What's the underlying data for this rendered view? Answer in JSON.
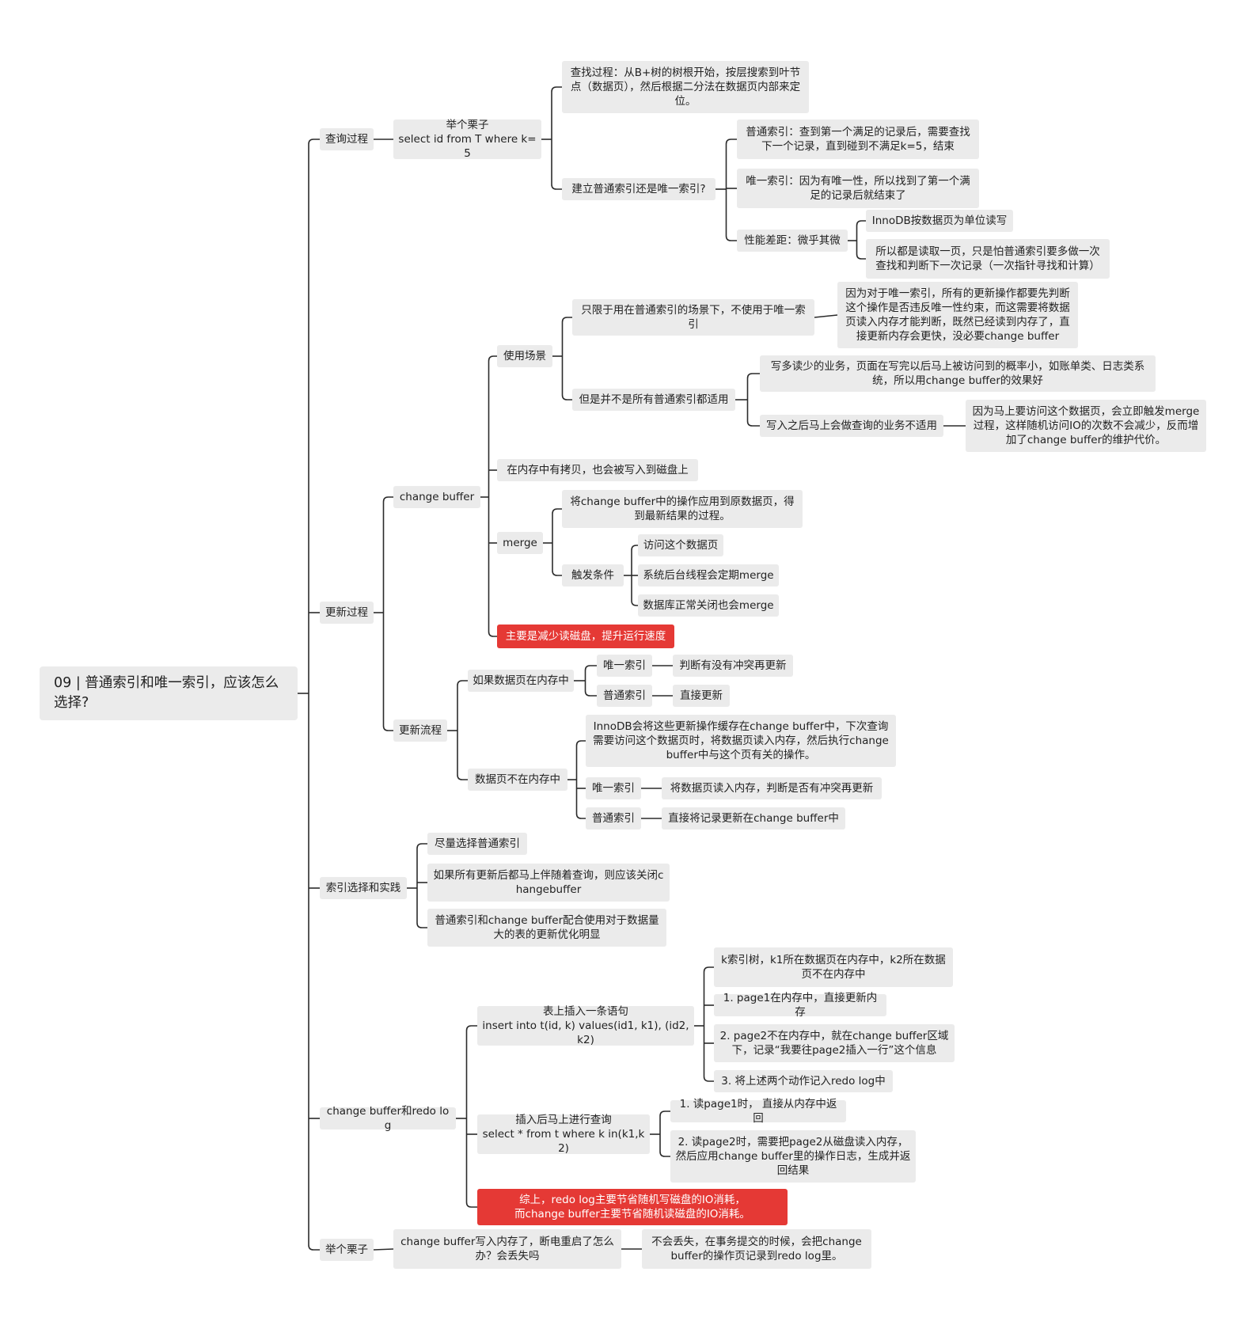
{
  "colors": {
    "node_bg": "#ebebeb",
    "text": "#222222",
    "highlight_bg": "#e53935",
    "highlight_text": "#ffffff",
    "link": "#2b2b2b"
  },
  "nodes": {
    "root": "09 | 普通索引和唯一索引，应该怎么选择?",
    "q": "查询过程",
    "q_eg": "举个栗子\nselect id from T where k=5",
    "q_search": "查找过程：从B+树的树根开始，按层搜索到叶节点（数据页），然后根据二分法在数据页内部来定位。",
    "q_choose": "建立普通索引还是唯一索引?",
    "q_normal": "普通索引：查到第一个满足的记录后，需要查找下一个记录，直到碰到不满足k=5，结束",
    "q_unique": "唯一索引：因为有唯一性，所以找到了第一个满足的记录后就结束了",
    "q_perf": "性能差距：微乎其微",
    "q_page": "InnoDB按数据页为单位读写",
    "q_onemore": "所以都是读取一页，只是怕普通索引要多做一次查找和判断下一次记录（一次指针寻找和计算）",
    "u": "更新过程",
    "cb": "change buffer",
    "scene": "使用场景",
    "only_normal": "只限于用在普通索引的场景下，不使用于唯一索引",
    "unique_reason": "因为对于唯一索引，所有的更新操作都要先判断这个操作是否违反唯一性约束，而这需要将数据页读入内存才能判断，既然已经读到内存了，直接更新内存会更快，没必要change buffer",
    "not_all": "但是并不是所有普通索引都适用",
    "write_more": "写多读少的业务，页面在写完以后马上被访问到的概率小，如账单类、日志类系统，所以用change buffer的效果好",
    "write_read": "写入之后马上会做查询的业务不适用",
    "merge_cost": "因为马上要访问这个数据页，会立即触发merge过程，这样随机访问IO的次数不会减少，反而增加了change buffer的维护代价。",
    "persist": "在内存中有拷贝，也会被写入到磁盘上",
    "merge": "merge",
    "merge_def": "将change buffer中的操作应用到原数据页，得到最新结果的过程。",
    "trigger": "触发条件",
    "t1": "访问这个数据页",
    "t2": "系统后台线程会定期merge",
    "t3": "数据库正常关闭也会merge",
    "cb_main": "主要是减少读磁盘，提升运行速度",
    "flow": "更新流程",
    "in_mem": "如果数据页在内存中",
    "im_u": "唯一索引",
    "im_u_d": "判断有没有冲突再更新",
    "im_n": "普通索引",
    "im_n_d": "直接更新",
    "not_mem": "数据页不在内存中",
    "nm_desc": "InnoDB会将这些更新操作缓存在change buffer中，下次查询需要访问这个数据页时，将数据页读入内存，然后执行change buffer中与这个页有关的操作。",
    "nm_u": "唯一索引",
    "nm_u_d": "将数据页读入内存，判断是否有冲突再更新",
    "nm_n": "普通索引",
    "nm_n_d": "直接将记录更新在change buffer中",
    "practice": "索引选择和实践",
    "p1": "尽量选择普通索引",
    "p2": "如果所有更新后都马上伴随着查询，则应该关闭changebuffer",
    "p3": "普通索引和change buffer配合使用对于数据量大的表的更新优化明显",
    "redo": "change buffer和redo log",
    "ins": "表上插入一条语句\ninsert into t(id, k) values(id1, k1), (id2,k2)",
    "ins1": "k索引树，k1所在数据页在内存中，k2所在数据页不在内存中",
    "ins2": "1. page1在内存中，直接更新内存",
    "ins3": "2. page2不在内存中，就在change buffer区域下，记录“我要往page2插入一行”这个信息",
    "ins4": "3. 将上述两个动作记入redo log中",
    "sel": "插入后马上进行查询\nselect * from t where k in(k1,k2)",
    "sel1": "1. 读page1时， 直接从内存中返回",
    "sel2": "2. 读page2时，需要把page2从磁盘读入内存，然后应用change buffer里的操作日志，生成并返回结果",
    "summary": "综上，redo log主要节省随机写磁盘的IO消耗，\n而change buffer主要节省随机读磁盘的IO消耗。",
    "eg": "举个栗子",
    "eg_q": "change buffer写入内存了，断电重启了怎么办？会丢失吗",
    "eg_a": "不会丢失，在事务提交的时候，会把change buffer的操作页记录到redo log里。"
  }
}
